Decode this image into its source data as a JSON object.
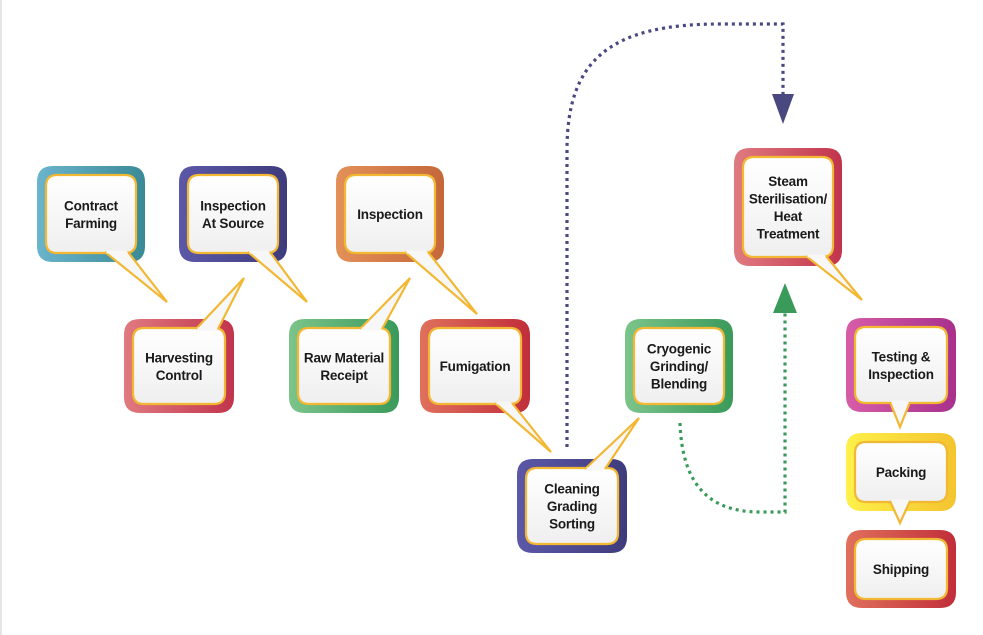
{
  "diagram": {
    "type": "process-flow",
    "style": "speech-bubble boxes connected by callout tails and dotted arrows",
    "colors": {
      "teal": [
        "#6ab4cc",
        "#3a8a96"
      ],
      "indigo": [
        "#5c58a8",
        "#3e3c7c"
      ],
      "orange": [
        "#e39058",
        "#c5683a"
      ],
      "crimson": [
        "#e07a80",
        "#c2344c"
      ],
      "green": [
        "#7cc48a",
        "#3a9a5a"
      ],
      "red": [
        "#e0705c",
        "#c12e3a"
      ],
      "magenta": [
        "#d75ca8",
        "#a8308c"
      ],
      "yellow": [
        "#fff04a",
        "#f3c42e"
      ],
      "inner_border": "#f2b733",
      "inner_fill": "#f7f7f7",
      "arrow_blue": "#4a4880",
      "arrow_green": "#3a9a5a"
    },
    "nodes": [
      {
        "id": "contract-farming",
        "lines": [
          "Contract",
          "Farming"
        ],
        "color": "teal"
      },
      {
        "id": "harvesting-control",
        "lines": [
          "Harvesting",
          "Control"
        ],
        "color": "crimson"
      },
      {
        "id": "inspection-at-source",
        "lines": [
          "Inspection",
          "At Source"
        ],
        "color": "indigo"
      },
      {
        "id": "raw-material-receipt",
        "lines": [
          "Raw Material",
          "Receipt"
        ],
        "color": "green"
      },
      {
        "id": "inspection",
        "lines": [
          "Inspection"
        ],
        "color": "orange"
      },
      {
        "id": "fumigation",
        "lines": [
          "Fumigation"
        ],
        "color": "red"
      },
      {
        "id": "cleaning-grading-sorting",
        "lines": [
          "Cleaning",
          "Grading",
          "Sorting"
        ],
        "color": "indigo"
      },
      {
        "id": "cryogenic-grinding-blending",
        "lines": [
          "Cryogenic",
          "Grinding/",
          "Blending"
        ],
        "color": "green"
      },
      {
        "id": "steam-sterilisation",
        "lines": [
          "Steam",
          "Sterilisation/",
          "Heat",
          "Treatment"
        ],
        "color": "crimson"
      },
      {
        "id": "testing-inspection",
        "lines": [
          "Testing &",
          "Inspection"
        ],
        "color": "magenta"
      },
      {
        "id": "packing",
        "lines": [
          "Packing"
        ],
        "color": "yellow"
      },
      {
        "id": "shipping",
        "lines": [
          "Shipping"
        ],
        "color": "red"
      }
    ],
    "connectors": [
      {
        "from": "contract-farming",
        "to": "harvesting-control",
        "kind": "callout-tail"
      },
      {
        "from": "harvesting-control",
        "to": "inspection-at-source",
        "kind": "callout-tail"
      },
      {
        "from": "inspection-at-source",
        "to": "raw-material-receipt",
        "kind": "callout-tail"
      },
      {
        "from": "raw-material-receipt",
        "to": "inspection",
        "kind": "callout-tail"
      },
      {
        "from": "inspection",
        "to": "fumigation",
        "kind": "callout-tail"
      },
      {
        "from": "fumigation",
        "to": "cleaning-grading-sorting",
        "kind": "callout-tail"
      },
      {
        "from": "cleaning-grading-sorting",
        "to": "cryogenic-grinding-blending",
        "kind": "callout-tail"
      },
      {
        "from": "cleaning-grading-sorting",
        "to": "steam-sterilisation",
        "kind": "dotted-arrow",
        "color": "arrow_blue"
      },
      {
        "from": "cryogenic-grinding-blending",
        "to": "steam-sterilisation",
        "kind": "dotted-arrow",
        "color": "arrow_green"
      },
      {
        "from": "steam-sterilisation",
        "to": "testing-inspection",
        "kind": "callout-tail"
      },
      {
        "from": "testing-inspection",
        "to": "packing",
        "kind": "callout-tail"
      },
      {
        "from": "packing",
        "to": "shipping",
        "kind": "callout-tail"
      }
    ]
  }
}
